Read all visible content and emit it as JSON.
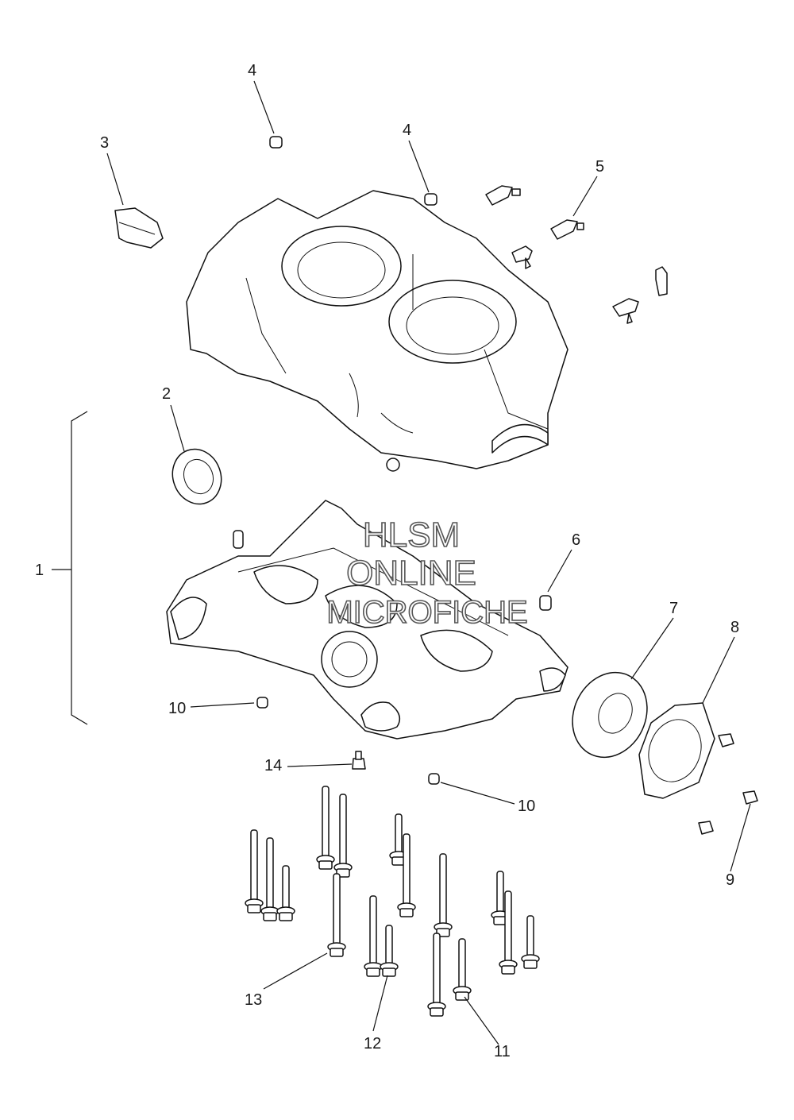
{
  "callouts": [
    {
      "id": "1",
      "text": "1"
    },
    {
      "id": "2",
      "text": "2"
    },
    {
      "id": "3",
      "text": "3"
    },
    {
      "id": "4a",
      "text": "4"
    },
    {
      "id": "4b",
      "text": "4"
    },
    {
      "id": "5",
      "text": "5"
    },
    {
      "id": "6",
      "text": "6"
    },
    {
      "id": "7",
      "text": "7"
    },
    {
      "id": "8",
      "text": "8"
    },
    {
      "id": "9",
      "text": "9"
    },
    {
      "id": "10a",
      "text": "10"
    },
    {
      "id": "10b",
      "text": "10"
    },
    {
      "id": "11",
      "text": "11"
    },
    {
      "id": "12",
      "text": "12"
    },
    {
      "id": "13",
      "text": "13"
    },
    {
      "id": "14",
      "text": "14"
    }
  ],
  "watermark": {
    "line1": "HLSM",
    "line2": "ONLINE",
    "line3": "MICROFICHE"
  },
  "colors": {
    "line": "#111111",
    "background": "#ffffff",
    "watermark_outline": "#555555"
  }
}
